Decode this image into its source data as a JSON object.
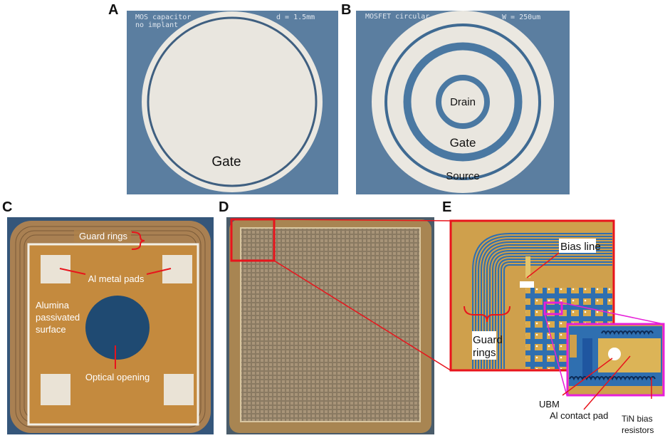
{
  "panels": {
    "A": {
      "letter": "A",
      "caption_line1": "MOS capacitor",
      "caption_line2": "no implant",
      "dimension": "d = 1.5mm",
      "gate": "Gate"
    },
    "B": {
      "letter": "B",
      "caption": "MOSFET circular",
      "dimension": "W = 250um",
      "drain": "Drain",
      "gate": "Gate",
      "source": "Source"
    },
    "C": {
      "letter": "C",
      "guard_rings": "Guard rings",
      "al_pads": "Al metal pads",
      "alumina_1": "Alumina",
      "alumina_2": "passivated",
      "alumina_3": "surface",
      "optical": "Optical opening"
    },
    "D": {
      "letter": "D"
    },
    "E": {
      "letter": "E",
      "bias_line": "Bias line",
      "guard_1": "Guard",
      "guard_2": "rings",
      "ubm": "UBM",
      "al_contact": "Al contact pad",
      "tin_1": "TiN bias",
      "tin_2": "resistors"
    }
  },
  "colors": {
    "slate": "#5b7ea0",
    "chip": "#c99a4a",
    "gold": "#d9a94a",
    "blue": "#2f6fb0",
    "red": "#e8141c",
    "magenta": "#e61fd8"
  }
}
